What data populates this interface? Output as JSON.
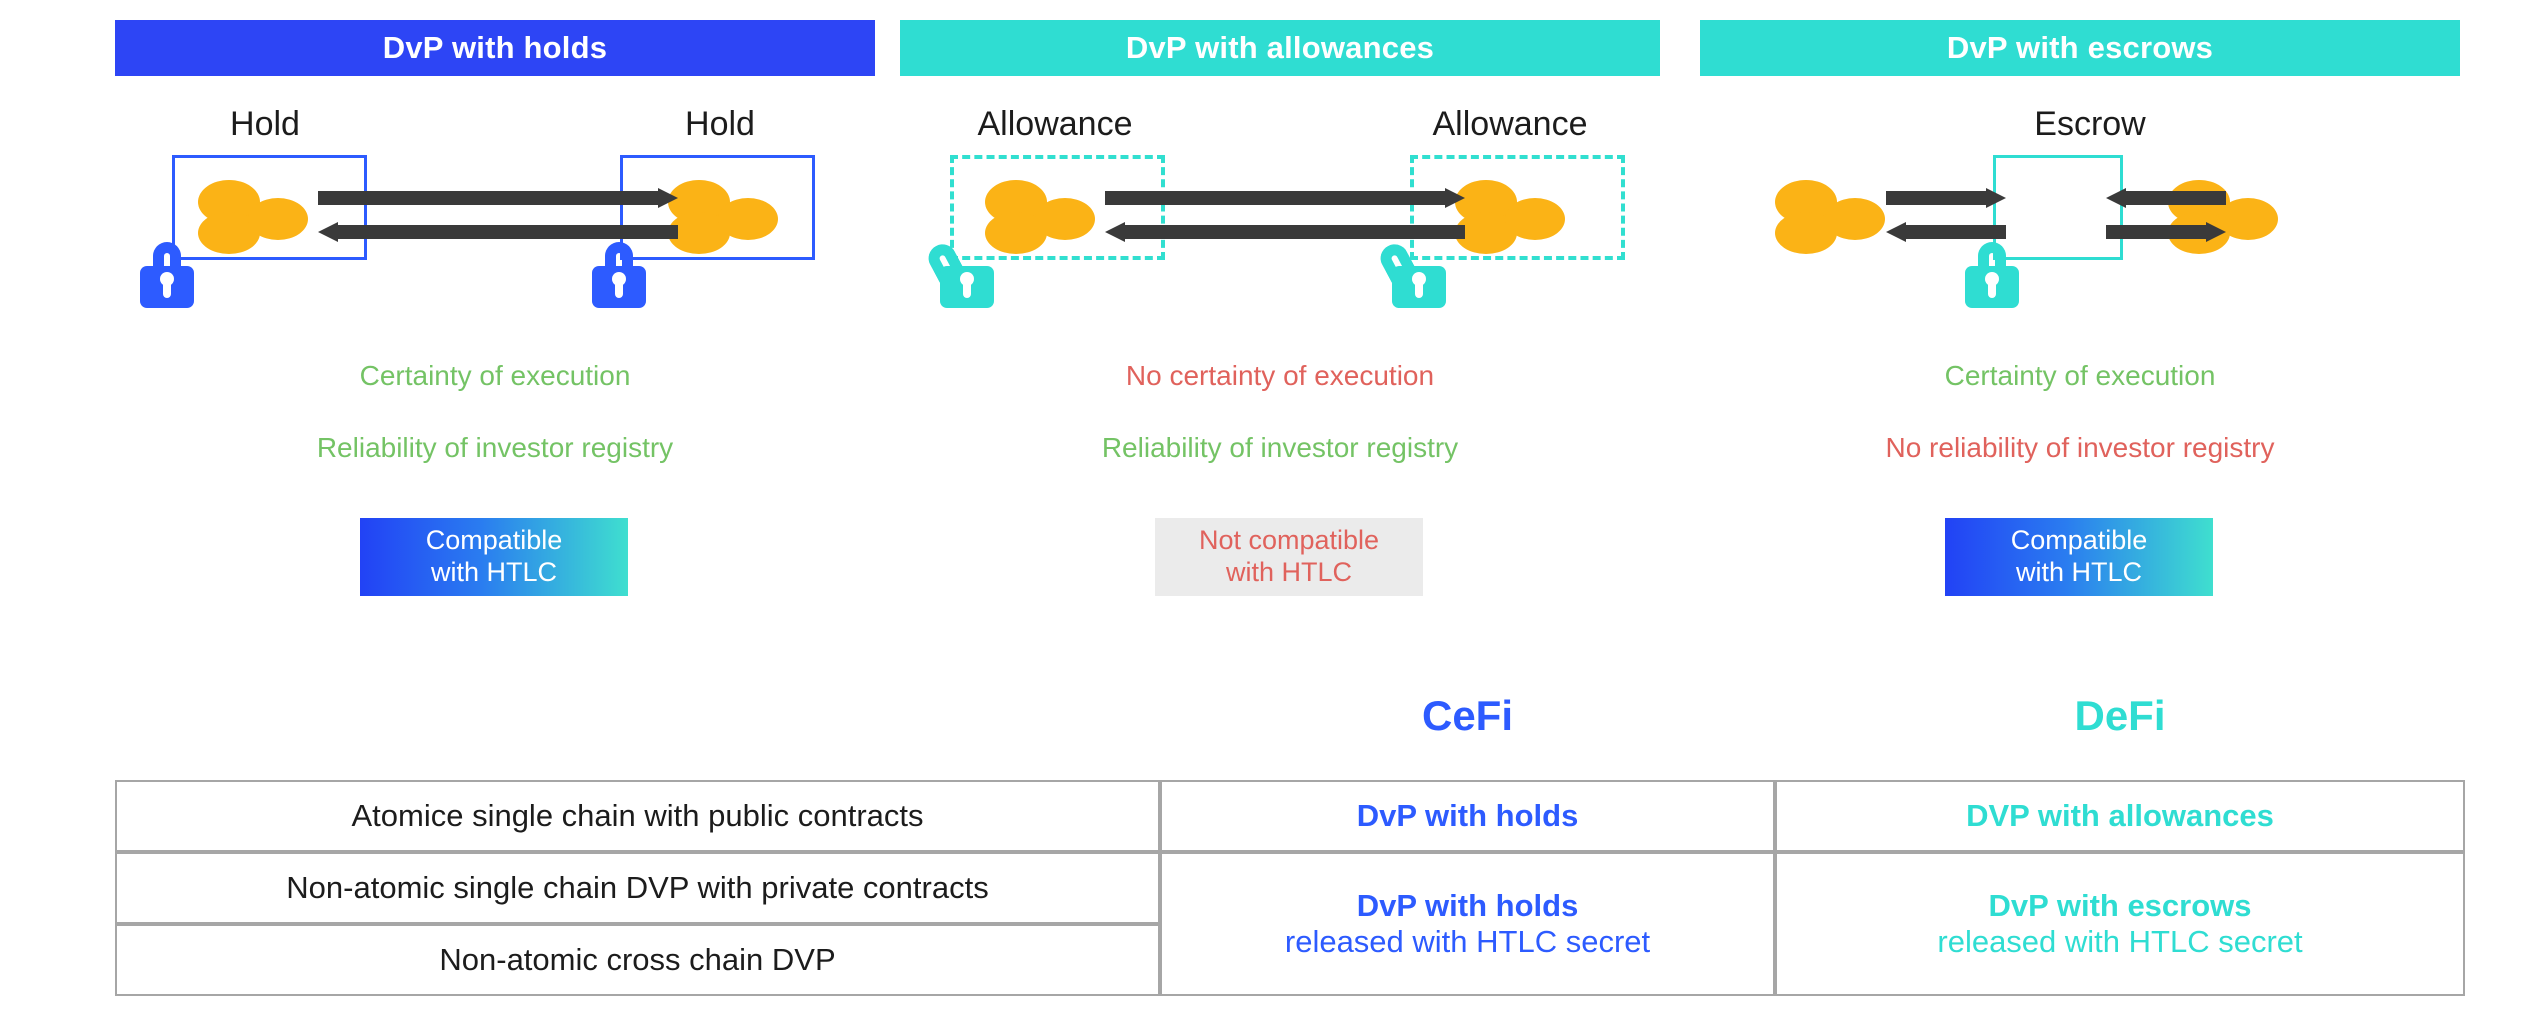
{
  "panels": [
    {
      "header": "DvP with holds",
      "header_color": "#2d45f5",
      "left_label": "Hold",
      "right_label": "Hold",
      "status_1": "Certainty of execution",
      "status_1_type": "good",
      "status_2": "Reliability of investor registry",
      "status_2_type": "good",
      "badge_line_1": "Compatible",
      "badge_line_2": "with HTLC",
      "badge_type": "gradient"
    },
    {
      "header": "DvP with allowances",
      "header_color": "#2fddd2",
      "left_label": "Allowance",
      "right_label": "Allowance",
      "status_1": "No certainty of execution",
      "status_1_type": "bad",
      "status_2": "Reliability of investor registry",
      "status_2_type": "good",
      "badge_line_1": "Not compatible",
      "badge_line_2": "with HTLC",
      "badge_type": "gray"
    },
    {
      "header": "DvP with escrows",
      "header_color": "#2fddd2",
      "center_label": "Escrow",
      "status_1": "Certainty of execution",
      "status_1_type": "good",
      "status_2": "No reliability of investor registry",
      "status_2_type": "bad",
      "badge_line_1": "Compatible",
      "badge_line_2": "with HTLC",
      "badge_type": "gradient"
    }
  ],
  "table": {
    "column_titles": {
      "cefi": "CeFi",
      "defi": "DeFi"
    },
    "rows": [
      "Atomice single chain with public contracts",
      "Non-atomic single chain DVP with private contracts",
      "Non-atomic cross chain DVP"
    ],
    "cefi_cells": [
      {
        "line1": "DvP with holds",
        "line2": ""
      },
      {
        "line1": "DvP with holds",
        "line2": "released with HTLC secret"
      }
    ],
    "defi_cells": [
      {
        "line1": "DVP with allowances",
        "line2": ""
      },
      {
        "line1": "DvP with escrows",
        "line2": "released with HTLC secret"
      }
    ]
  },
  "colors": {
    "blue": "#2d5bff",
    "teal": "#2fddd2",
    "coin": "#fbb316",
    "arrow": "#3a3a3a",
    "good": "#74c365",
    "bad": "#e0625c",
    "badge_gray": "#ebebeb",
    "border": "#a6a6a6"
  },
  "icons": {
    "lock_closed": "padlock-closed-icon",
    "lock_open": "padlock-open-icon",
    "coin": "coin-icon",
    "arrow_right": "arrow-right-icon",
    "arrow_left": "arrow-left-icon"
  }
}
